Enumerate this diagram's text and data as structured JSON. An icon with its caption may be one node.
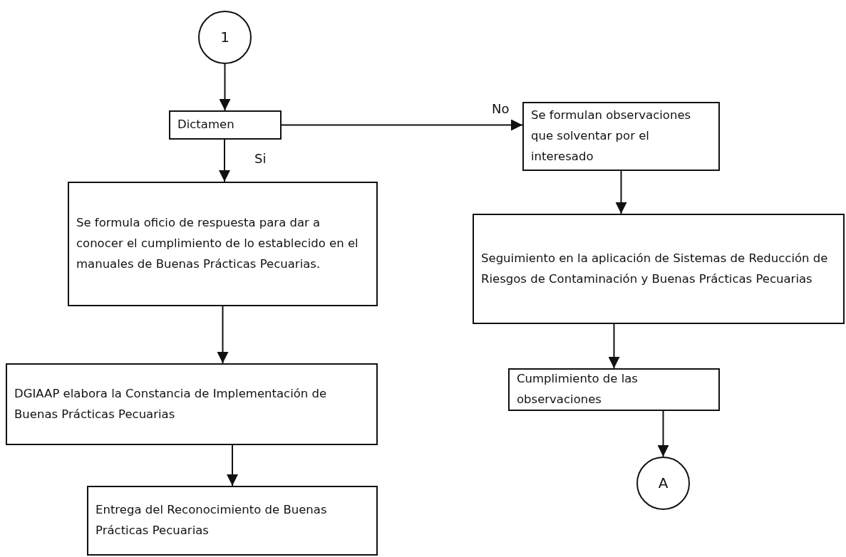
{
  "diagram": {
    "nodes": [
      {
        "text": [
          "1"
        ]
      },
      {
        "text": [
          "Dictamen"
        ]
      },
      {
        "text": [
          "Se formulan observaciones que solventar por el interesado"
        ]
      },
      {
        "text": [
          "Se formula oficio de respuesta para dar a conocer el cumplimiento de lo establecido en el manuales de Buenas Prácticas Pecuarias."
        ]
      },
      {
        "text": [
          "Seguimiento en la aplicación de Sistemas de Reducción de Riesgos de Contaminación y Buenas Prácticas Pecuarias"
        ]
      },
      {
        "text": [
          "DGIAAP elabora la Constancia de Implementación de Buenas Prácticas Pecuarias"
        ]
      },
      {
        "text": [
          "Cumplimiento de las observaciones"
        ]
      },
      {
        "text": [
          "Entrega del  Reconocimiento de Buenas Prácticas Pecuarias"
        ]
      },
      {
        "text": [
          "A"
        ]
      }
    ],
    "edges": [
      {
        "from": 0,
        "to": 1,
        "arrow": "to"
      },
      {
        "from": 1,
        "to": 2,
        "arrow": "to",
        "label": "No"
      },
      {
        "from": 1,
        "to": 3,
        "arrow": "to",
        "label": "Si"
      },
      {
        "from": 2,
        "to": 4,
        "arrow": "to"
      },
      {
        "from": 3,
        "to": 5,
        "arrow": "to"
      },
      {
        "from": 4,
        "to": 6,
        "arrow": "to"
      },
      {
        "from": 5,
        "to": 7,
        "arrow": "to"
      },
      {
        "from": 6,
        "to": 8,
        "arrow": "to"
      }
    ]
  }
}
